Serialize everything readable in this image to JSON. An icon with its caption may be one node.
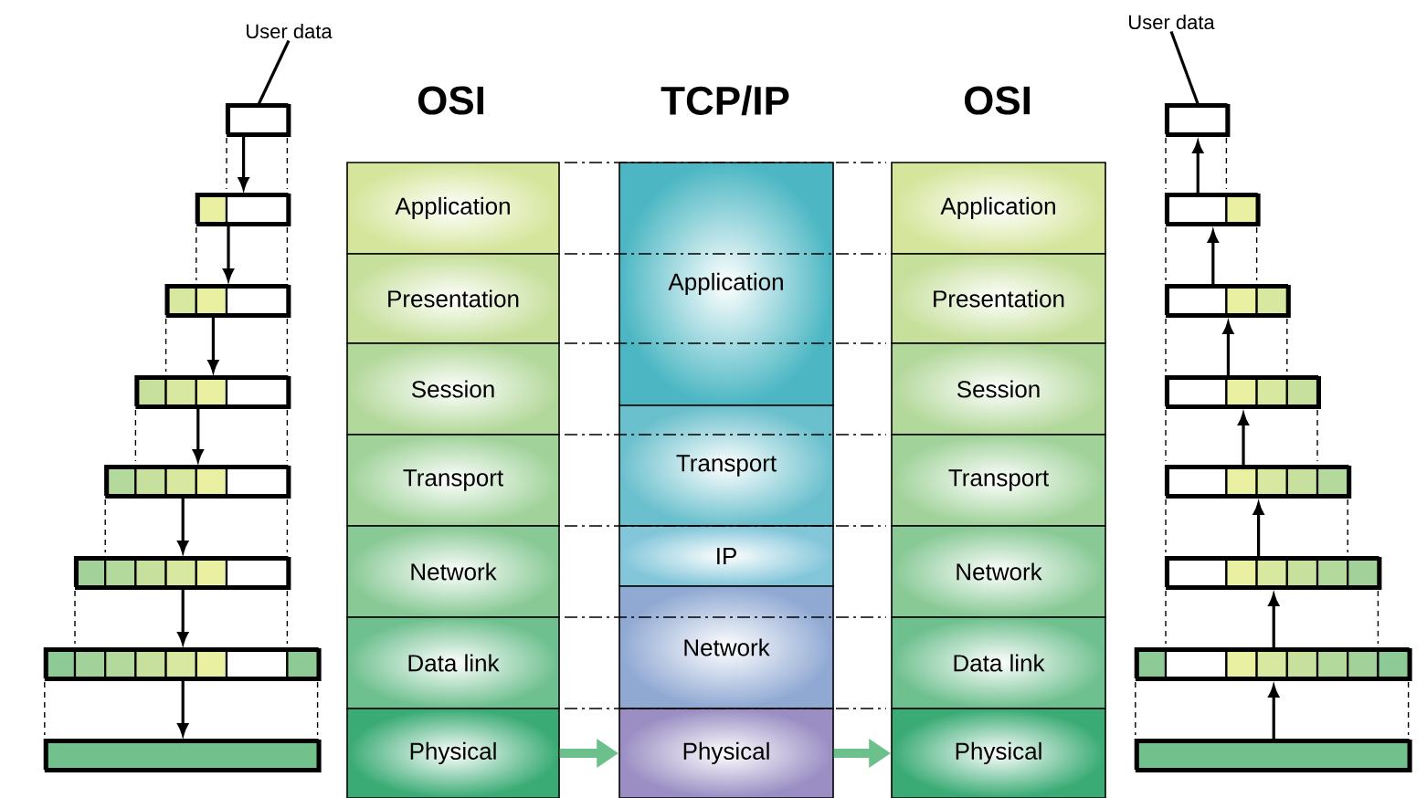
{
  "diagram": {
    "nodes": [
      {
        "text": [
          "User data"
        ]
      },
      {
        "text": [],
        "shape": "bar"
      },
      {
        "text": [],
        "shape": "bar"
      },
      {
        "text": [],
        "shape": "bar"
      },
      {
        "text": [],
        "shape": "bar"
      },
      {
        "text": [],
        "shape": "bar"
      },
      {
        "text": [],
        "shape": "bar"
      },
      {
        "text": [],
        "shape": "bar"
      },
      {
        "text": [],
        "shape": "bar"
      },
      {
        "text": [
          "Application"
        ]
      },
      {
        "text": [
          "Presentation"
        ]
      },
      {
        "text": [
          "Session"
        ]
      },
      {
        "text": [
          "Transport"
        ]
      },
      {
        "text": [
          "Network"
        ]
      },
      {
        "text": [
          "Data link"
        ]
      },
      {
        "text": [
          "Physical"
        ]
      },
      {
        "text": [
          "Application"
        ]
      },
      {
        "text": [
          "Transport"
        ]
      },
      {
        "text": [
          "IP"
        ]
      },
      {
        "text": [
          "Network"
        ]
      },
      {
        "text": [
          "Physical"
        ]
      },
      {
        "text": [
          "Application"
        ]
      },
      {
        "text": [
          "Presentation"
        ]
      },
      {
        "text": [
          "Session"
        ]
      },
      {
        "text": [
          "Transport"
        ]
      },
      {
        "text": [
          "Network"
        ]
      },
      {
        "text": [
          "Data link"
        ]
      },
      {
        "text": [
          "Physical"
        ]
      },
      {
        "text": [
          "User data"
        ]
      },
      {
        "text": [],
        "shape": "bar"
      },
      {
        "text": [],
        "shape": "bar"
      },
      {
        "text": [],
        "shape": "bar"
      },
      {
        "text": [],
        "shape": "bar"
      },
      {
        "text": [],
        "shape": "bar"
      },
      {
        "text": [],
        "shape": "bar"
      },
      {
        "text": [],
        "shape": "bar"
      },
      {
        "text": [],
        "shape": "bar"
      }
    ],
    "edges": [
      {
        "from": 0,
        "to": 1,
        "arrow": "none"
      },
      {
        "from": 1,
        "to": 2,
        "arrow": "to"
      },
      {
        "from": 2,
        "to": 3,
        "arrow": "to"
      },
      {
        "from": 3,
        "to": 4,
        "arrow": "to"
      },
      {
        "from": 4,
        "to": 5,
        "arrow": "to"
      },
      {
        "from": 5,
        "to": 6,
        "arrow": "to"
      },
      {
        "from": 6,
        "to": 7,
        "arrow": "to"
      },
      {
        "from": 7,
        "to": 8,
        "arrow": "to"
      },
      {
        "from": 15,
        "to": 20,
        "arrow": "to",
        "style": "thick",
        "color": "#6cc08b"
      },
      {
        "from": 20,
        "to": 27,
        "arrow": "to",
        "style": "thick",
        "color": "#6cc08b"
      },
      {
        "from": 28,
        "to": 29,
        "arrow": "none"
      },
      {
        "from": 30,
        "to": 29,
        "arrow": "to"
      },
      {
        "from": 31,
        "to": 30,
        "arrow": "to"
      },
      {
        "from": 32,
        "to": 31,
        "arrow": "to"
      },
      {
        "from": 33,
        "to": 32,
        "arrow": "to"
      },
      {
        "from": 34,
        "to": 33,
        "arrow": "to"
      },
      {
        "from": 35,
        "to": 34,
        "arrow": "to"
      },
      {
        "from": 36,
        "to": 35,
        "arrow": "to"
      }
    ],
    "labels": [
      "OSI",
      "TCP/IP",
      "OSI"
    ]
  }
}
